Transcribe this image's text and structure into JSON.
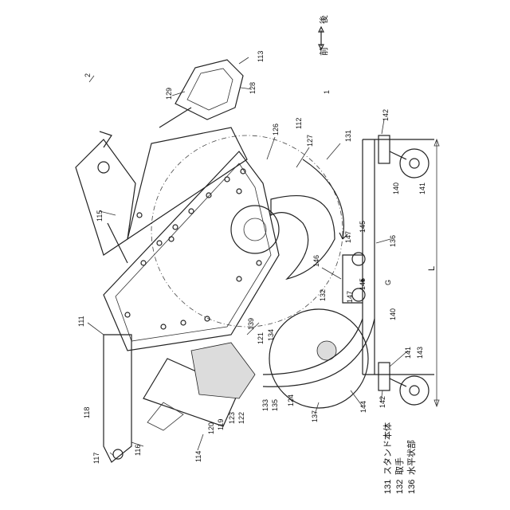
{
  "direction": {
    "front": "前",
    "rear": "後"
  },
  "part_labels": [
    "2",
    "1",
    "113",
    "129",
    "128",
    "112",
    "126",
    "127",
    "131",
    "142",
    "140",
    "141",
    "115",
    "147",
    "145",
    "136",
    "146",
    "L",
    "G",
    "132",
    "147",
    "145",
    "140",
    "111",
    "139",
    "121",
    "134",
    "141",
    "143",
    "142",
    "144",
    "137",
    "124",
    "135",
    "133",
    "122",
    "123",
    "119",
    "120",
    "118",
    "114",
    "117",
    "116"
  ],
  "legend": [
    {
      "number": "131",
      "text": "スタンド本体"
    },
    {
      "number": "132",
      "text": "取手"
    },
    {
      "number": "136",
      "text": "水平状部"
    }
  ]
}
